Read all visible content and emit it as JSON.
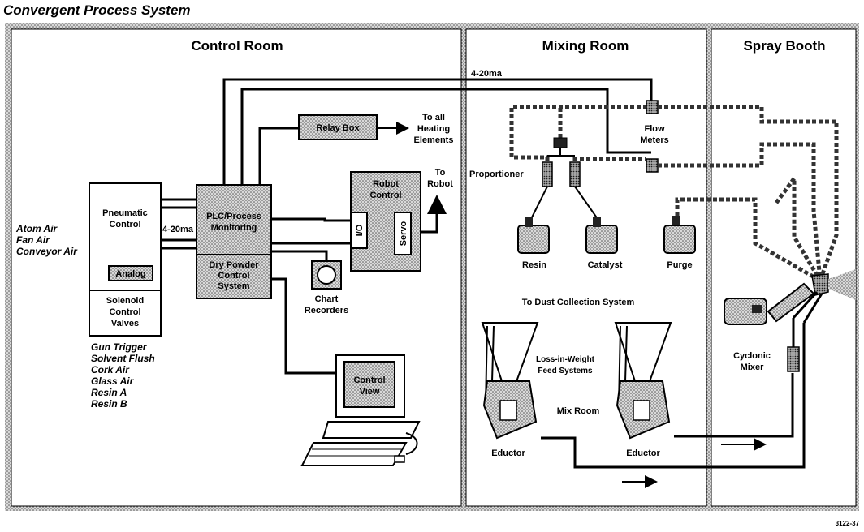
{
  "title": "Convergent Process System",
  "figure_id": "3122-37",
  "rooms": {
    "control": "Control Room",
    "mixing": "Mixing Room",
    "spray": "Spray Booth"
  },
  "inputs": [
    "Atom Air",
    "Fan Air",
    "Conveyor Air"
  ],
  "outputs": [
    "Gun Trigger",
    "Solvent Flush",
    "Cork Air",
    "Glass Air",
    "Resin A",
    "Resin B"
  ],
  "blocks": {
    "pneumatic_line1": "Pneumatic",
    "pneumatic_line2": "Control",
    "analog": "Analog",
    "solenoid_line1": "Solenoid",
    "solenoid_line2": "Control",
    "solenoid_line3": "Valves",
    "plc_line1": "PLC/Process",
    "plc_line2": "Monitoring",
    "drypowder_line1": "Dry Powder",
    "drypowder_line2": "Control",
    "drypowder_line3": "System",
    "relay_box": "Relay Box",
    "robot_line1": "Robot",
    "robot_line2": "Control",
    "io": "I/O",
    "servo": "Servo",
    "chart_line1": "Chart",
    "chart_line2": "Recorders",
    "controlview_line1": "Control",
    "controlview_line2": "View"
  },
  "signals": {
    "ma_left": "4-20ma",
    "ma_top": "4-20ma"
  },
  "destinations": {
    "heating_line1": "To all",
    "heating_line2": "Heating",
    "heating_line3": "Elements",
    "robot_line1": "To",
    "robot_line2": "Robot"
  },
  "mixing": {
    "proportioner": "Proportioner",
    "flow_line1": "Flow",
    "flow_line2": "Meters",
    "resin": "Resin",
    "catalyst": "Catalyst",
    "purge": "Purge",
    "dust": "To Dust Collection System",
    "liw_line1": "Loss-in-Weight",
    "liw_line2": "Feed Systems",
    "mix_room": "Mix Room",
    "eductor_left": "Eductor",
    "eductor_right": "Eductor"
  },
  "spray": {
    "cyclonic_line1": "Cyclonic",
    "cyclonic_line2": "Mixer"
  }
}
